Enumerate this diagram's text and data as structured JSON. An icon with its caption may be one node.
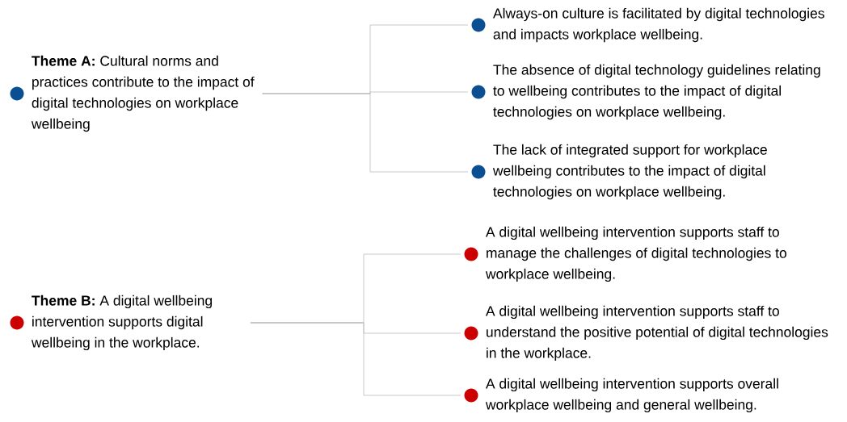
{
  "diagram": {
    "nodes": [
      {
        "text": [
          "**Theme A:** Cultural norms and practices contribute to the impact of digital technologies on workplace wellbeing"
        ]
      },
      {
        "text": [
          "Always-on culture is facilitated by digital technologies and impacts workplace wellbeing."
        ]
      },
      {
        "text": [
          "The absence of digital technology guidelines relating to wellbeing  contributes to the impact of digital technologies on workplace wellbeing."
        ]
      },
      {
        "text": [
          "The lack of integrated support for workplace wellbeing contributes to the impact of digital technologies on workplace wellbeing."
        ]
      },
      {
        "text": [
          "**Theme B:** A digital wellbeing intervention supports digital wellbeing in the workplace."
        ]
      },
      {
        "text": [
          "A digital wellbeing intervention supports staff to manage the challenges of digital technologies to workplace wellbeing."
        ]
      },
      {
        "text": [
          "A digital wellbeing intervention supports staff to understand the positive potential of digital technologies in the workplace."
        ]
      },
      {
        "text": [
          "A digital wellbeing intervention supports overall workplace wellbeing and general wellbeing."
        ]
      }
    ],
    "edges": [
      {
        "from": 0,
        "to": 1,
        "arrow": "none"
      },
      {
        "from": 0,
        "to": 2,
        "arrow": "none"
      },
      {
        "from": 0,
        "to": 3,
        "arrow": "none"
      },
      {
        "from": 4,
        "to": 5,
        "arrow": "none"
      },
      {
        "from": 4,
        "to": 6,
        "arrow": "none"
      },
      {
        "from": 4,
        "to": 7,
        "arrow": "none"
      }
    ]
  }
}
